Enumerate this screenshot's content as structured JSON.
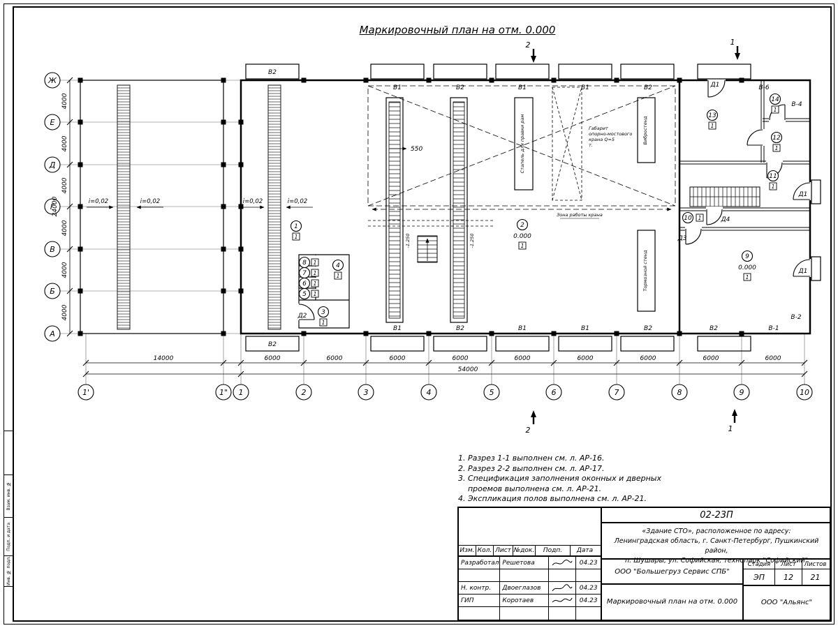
{
  "sheet": {
    "title": "Маркировочный план на отм. 0.000"
  },
  "axes": {
    "rows": [
      "Ж",
      "Е",
      "Д",
      "Г",
      "В",
      "Б",
      "А"
    ],
    "cols": [
      "1'",
      "1\"",
      "1",
      "2",
      "3",
      "4",
      "5",
      "6",
      "7",
      "8",
      "9",
      "10"
    ],
    "dim_row": "4000",
    "dim_row_total": "24000",
    "dim_col_first": "14000",
    "dim_col": "6000",
    "dim_col_total": "54000"
  },
  "plan": {
    "slope": "i=0,02",
    "dim_550": "550",
    "pit_depth": "-1.250",
    "zone": "Зона работы крана",
    "gabarit": [
      "Габарит",
      "опорно-мостового",
      "крана Q=5",
      "т."
    ],
    "stapel": "Стапель для правки рам",
    "vibro": "Вибростенд",
    "tormoz": "Тормозной стенд",
    "elevation": "0.000",
    "floor_mark": "1",
    "rooms": [
      "1",
      "2",
      "3",
      "4",
      "5",
      "6",
      "7",
      "8",
      "9",
      "10",
      "11",
      "12",
      "13",
      "14"
    ],
    "marks": {
      "v1": "В1",
      "v2": "В2",
      "d1": "Д1",
      "d2": "Д2",
      "d3": "Д3",
      "d4": "Д4",
      "vm1": "В-1",
      "vm2": "В-2",
      "vm4": "В-4",
      "vm6": "В-6"
    },
    "sections": {
      "s1": "1",
      "s2": "2"
    }
  },
  "notes": {
    "lines": [
      "1. Разрез 1-1 выполнен см. л. АР-16.",
      "2. Разрез 2-2 выполнен см. л. АР-17.",
      "3. Спецификация заполнения оконных и дверных",
      "    проемов выполнена см. л. АР-21.",
      "4. Экспликация полов выполнена см. л. АР-21."
    ]
  },
  "titleblock": {
    "code": "02-23П",
    "project_lines": [
      "«Здание СТО», расположенное по адресу:",
      "Ленинградская область, г. Санкт-Петербург, Пушкинский район,",
      "п. Шушары, ул. Софийская, технопарк \"Софийский\""
    ],
    "headers": [
      "Изм.",
      "Кол.",
      "Лист",
      "№док.",
      "Подп.",
      "Дата"
    ],
    "rows": [
      {
        "role": "Разработал",
        "name": "Решетова",
        "date": "04.23"
      },
      {
        "role": "",
        "name": "",
        "date": ""
      },
      {
        "role": "Н. контр.",
        "name": "Двоеглазов",
        "date": "04.23"
      },
      {
        "role": "ГИП",
        "name": "Коротаев",
        "date": "04.23"
      }
    ],
    "company": "ООО \"Большегруз Сервис СПБ\"",
    "stage_label": "Стадия",
    "sheet_label": "Лист",
    "sheets_label": "Листов",
    "stage": "ЭП",
    "sheet_num": "12",
    "sheets_total": "21",
    "doc_title": "Маркировочный план на отм. 0.000",
    "org": "ООО \"Альянс\""
  },
  "side": {
    "labels": [
      "Взам. инв. №",
      "Подп. и дата",
      "Инв. № подл."
    ]
  }
}
